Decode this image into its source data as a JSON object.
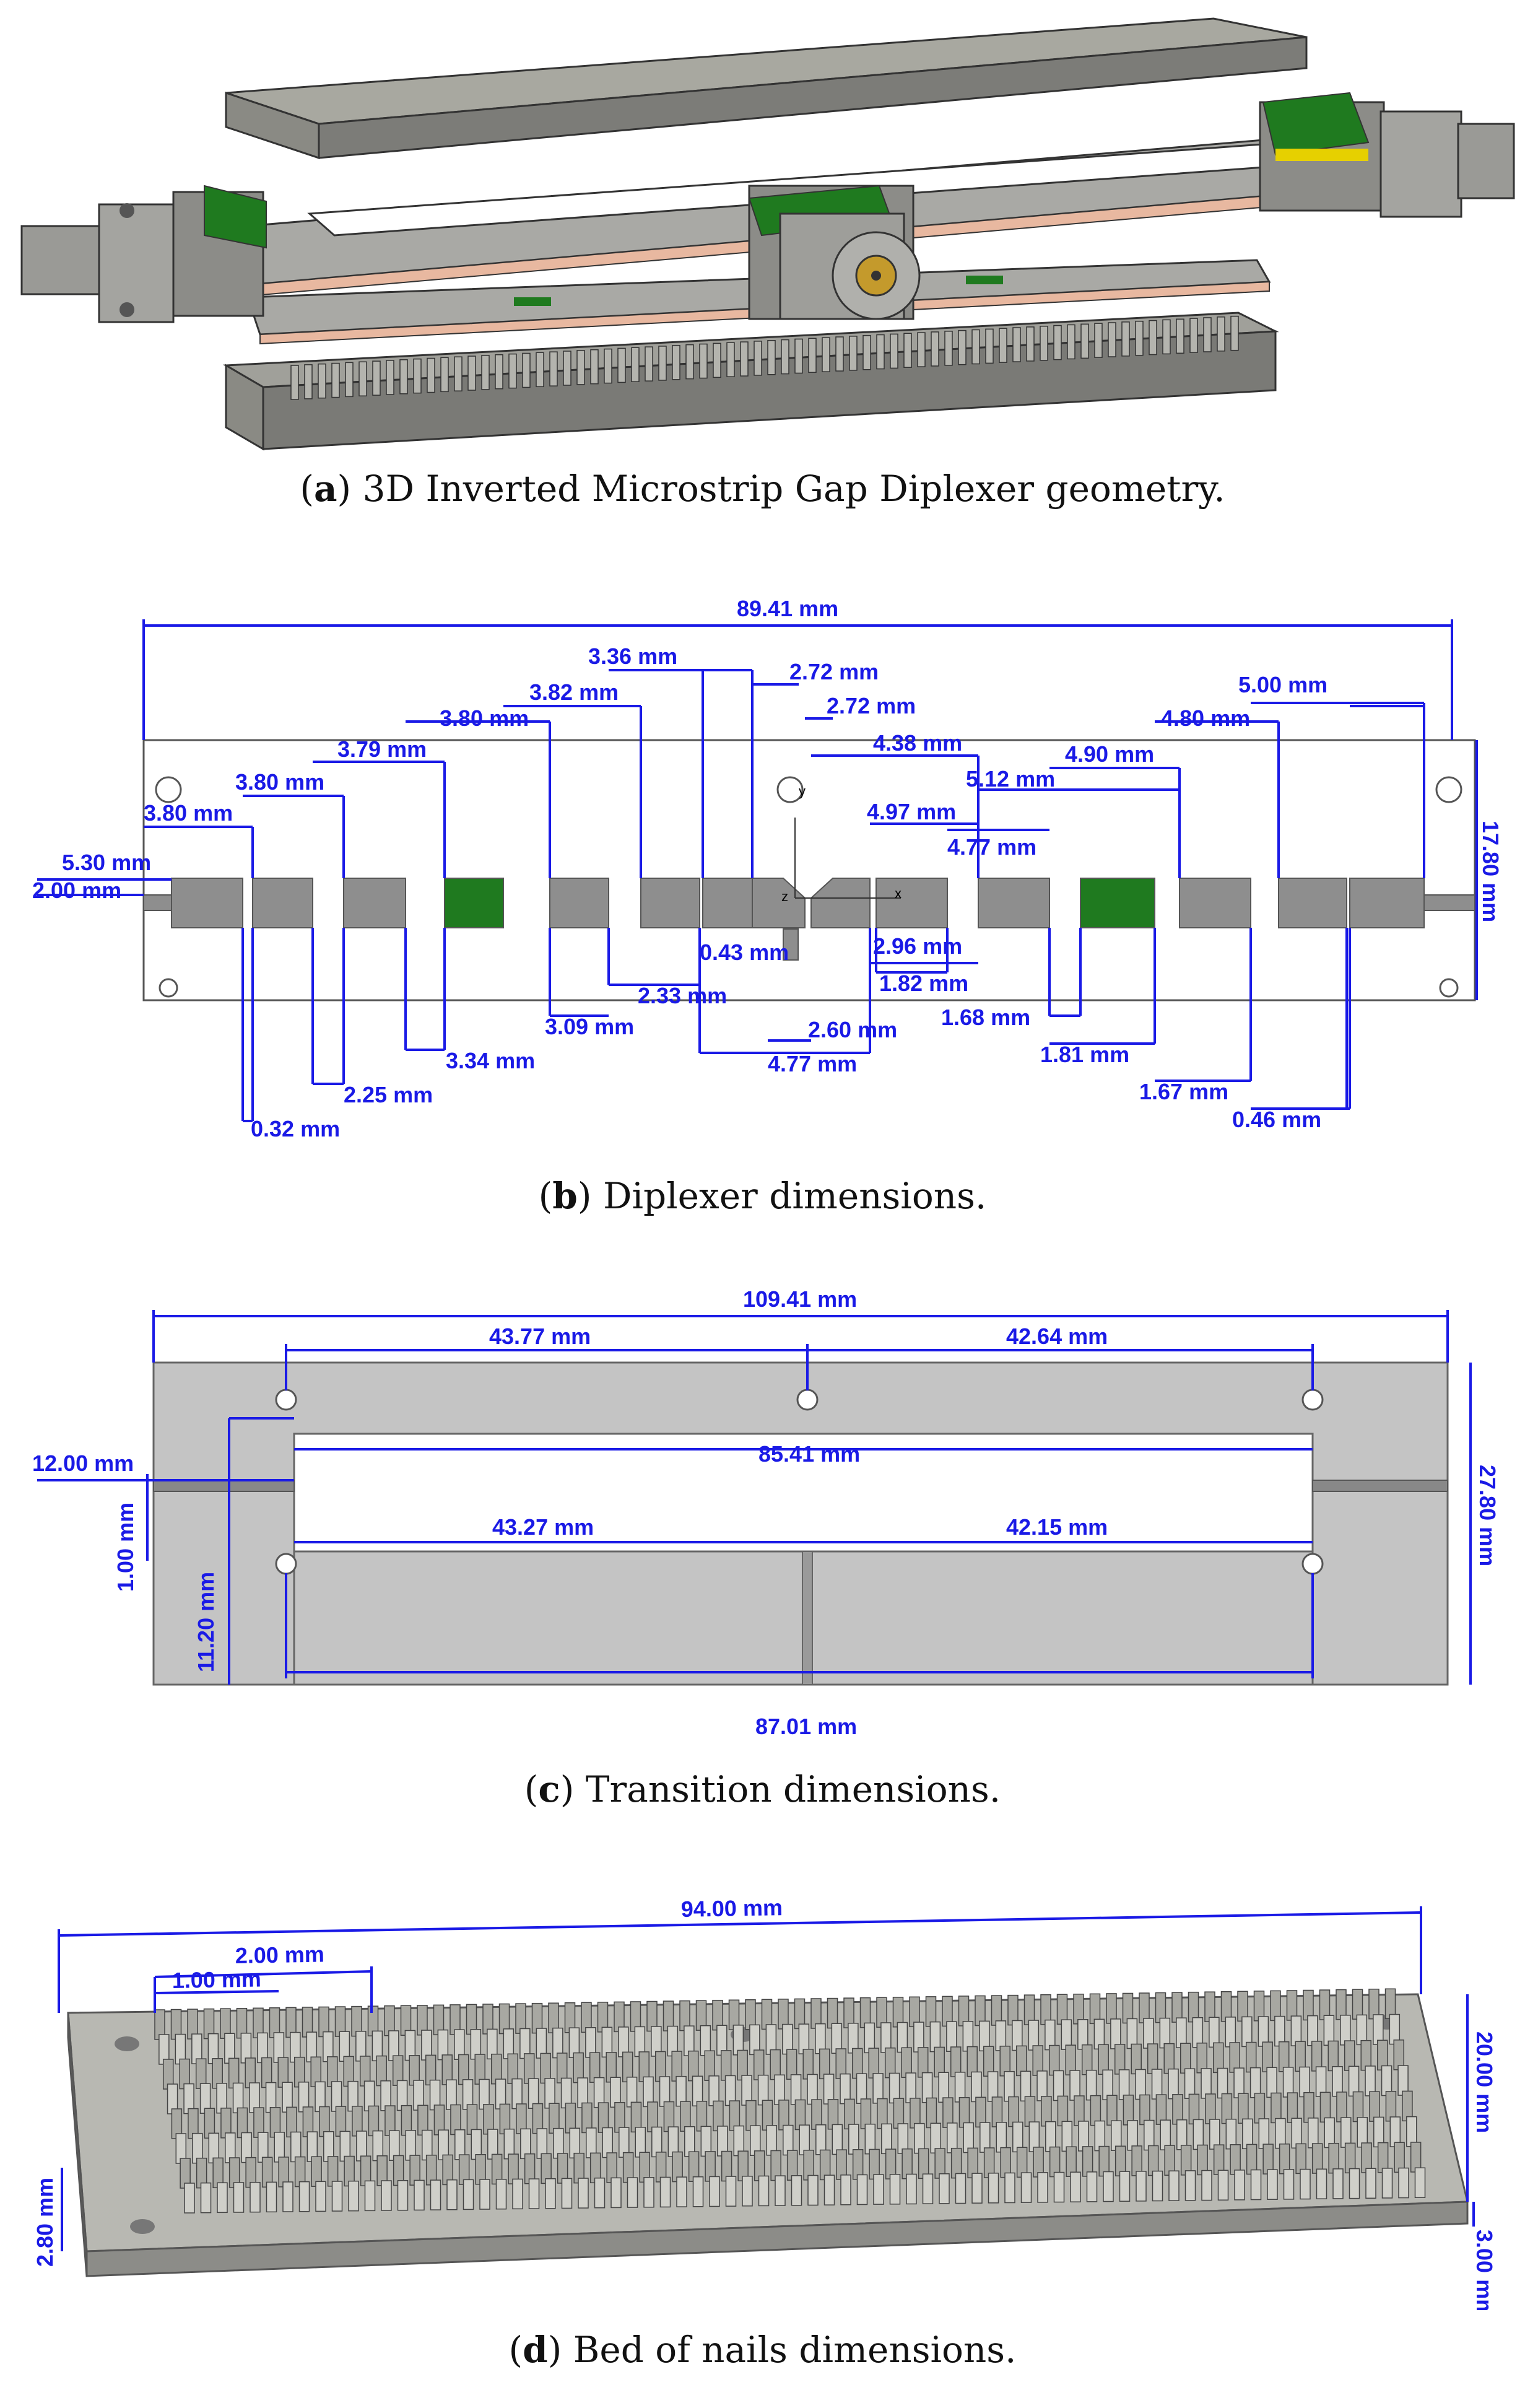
{
  "panels": {
    "a": {
      "caption_letter": "a",
      "caption_text": "3D Inverted Microstrip Gap Diplexer geometry."
    },
    "b": {
      "caption_letter": "b",
      "caption_text": "Diplexer dimensions.",
      "axes": {
        "x": "x",
        "y": "y",
        "z": "z"
      },
      "dims": {
        "overall": "89.41 mm",
        "height": "17.80 mm",
        "t1": "5.30 mm",
        "t2": "2.00 mm",
        "t3": "3.80 mm",
        "t4": "3.80 mm",
        "t5": "3.79 mm",
        "t6": "3.80 mm",
        "t7": "3.82 mm",
        "t8": "3.36 mm",
        "t9": "2.72 mm",
        "t10": "2.72 mm",
        "t11": "4.38 mm",
        "t12": "4.97 mm",
        "t13": "4.77 mm",
        "t14": "5.12 mm",
        "t15": "4.90 mm",
        "t16": "4.80 mm",
        "t17": "5.00 mm",
        "b1": "0.32 mm",
        "b2": "2.25 mm",
        "b3": "3.34 mm",
        "b4": "3.09 mm",
        "b5": "2.33 mm",
        "b6": "0.43 mm",
        "b7": "2.96 mm",
        "b8": "1.82 mm",
        "b9": "2.60 mm",
        "b10": "4.77 mm",
        "b11": "1.68 mm",
        "b12": "1.81 mm",
        "b13": "1.67 mm",
        "b14": "0.46 mm"
      }
    },
    "c": {
      "caption_letter": "c",
      "caption_text": "Transition dimensions.",
      "dims": {
        "overall": "109.41 mm",
        "top_left": "43.77 mm",
        "top_right": "42.64 mm",
        "window": "85.41 mm",
        "mid_left": "43.27 mm",
        "mid_right": "42.15 mm",
        "bottom": "87.01 mm",
        "left_a": "12.00 mm",
        "left_b": "1.00 mm",
        "left_c": "11.20 mm",
        "height": "27.80 mm"
      }
    },
    "d": {
      "caption_letter": "d",
      "caption_text": "Bed of nails dimensions.",
      "dims": {
        "length": "94.00 mm",
        "pitch": "2.00 mm",
        "nail": "1.00 mm",
        "width": "20.00 mm",
        "left_height": "2.80 mm",
        "thickness": "3.00 mm"
      }
    }
  },
  "colors": {
    "dimension": "#1a1ae6",
    "metal": "#9c9c9c",
    "pcb_green": "#1f7a1f",
    "copper": "#e8b8a0"
  }
}
